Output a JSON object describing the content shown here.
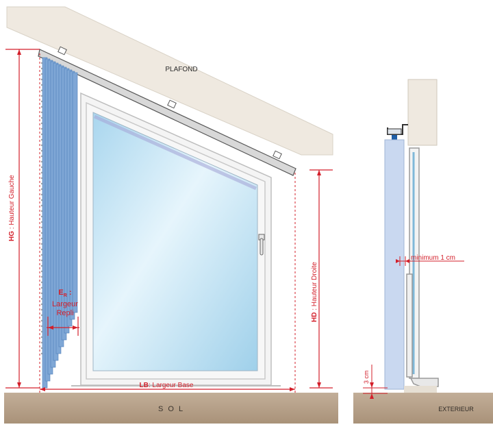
{
  "labels": {
    "ceiling": "PLAFOND",
    "floor": "S O L",
    "exterior": "EXTERIEUR",
    "left_height_abbr": "HG",
    "left_height_text": " : Hauteur Gauche",
    "right_height_abbr": "HD",
    "right_height_text": " : Hauteur Droite",
    "base_width_abbr": "LB",
    "base_width_text": ": Largeur Base",
    "stack_abbr": "ER",
    "stack_abbr_main": "E",
    "stack_abbr_sub": "R",
    "stack_colon": " :",
    "stack_line1": "Largeur",
    "stack_line2": "Repli",
    "min_gap": "minimum 1 cm",
    "floor_gap": "3 cm"
  },
  "colors": {
    "dimension_red": "#d31f2a",
    "ceiling": "#efe9e0",
    "floor": "#b8a38d",
    "slat_blue": "#7fa7d6",
    "blind_panel": "#c9d8f0",
    "rail": "#d8d8d8",
    "glass": "#bfe3f4"
  }
}
